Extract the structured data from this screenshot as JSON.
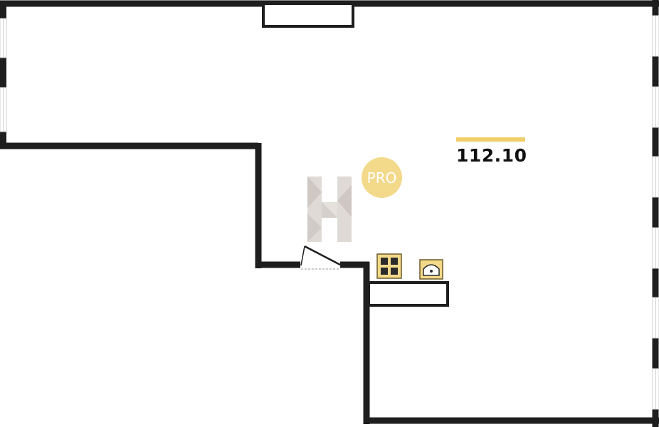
{
  "floor_plan": {
    "area": "112.10",
    "badge": "PRO",
    "logo_letter": "H"
  },
  "colors": {
    "wall": "#1e1e1e",
    "accent": "#f0cf6a",
    "fixture_fill": "#f3d98a",
    "fixture_stroke": "#6b5a2a",
    "logo": "#d9d4cf",
    "window": "#d7d7d7"
  },
  "icons": {
    "stove": "cooktop-four-burner-icon",
    "sink": "sink-icon"
  }
}
